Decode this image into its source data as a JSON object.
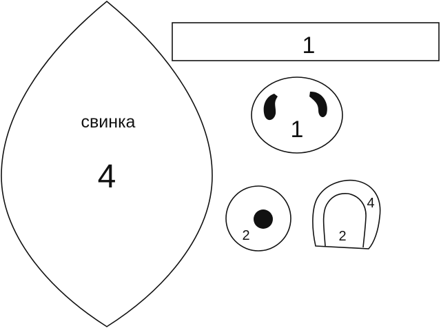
{
  "body_piece": {
    "name": "свинка",
    "count": "4"
  },
  "strip_piece": {
    "count": "1"
  },
  "snout_piece": {
    "count": "1"
  },
  "eye_piece": {
    "count": "2"
  },
  "ear_piece": {
    "outer_count": "4",
    "inner_count": "2"
  }
}
